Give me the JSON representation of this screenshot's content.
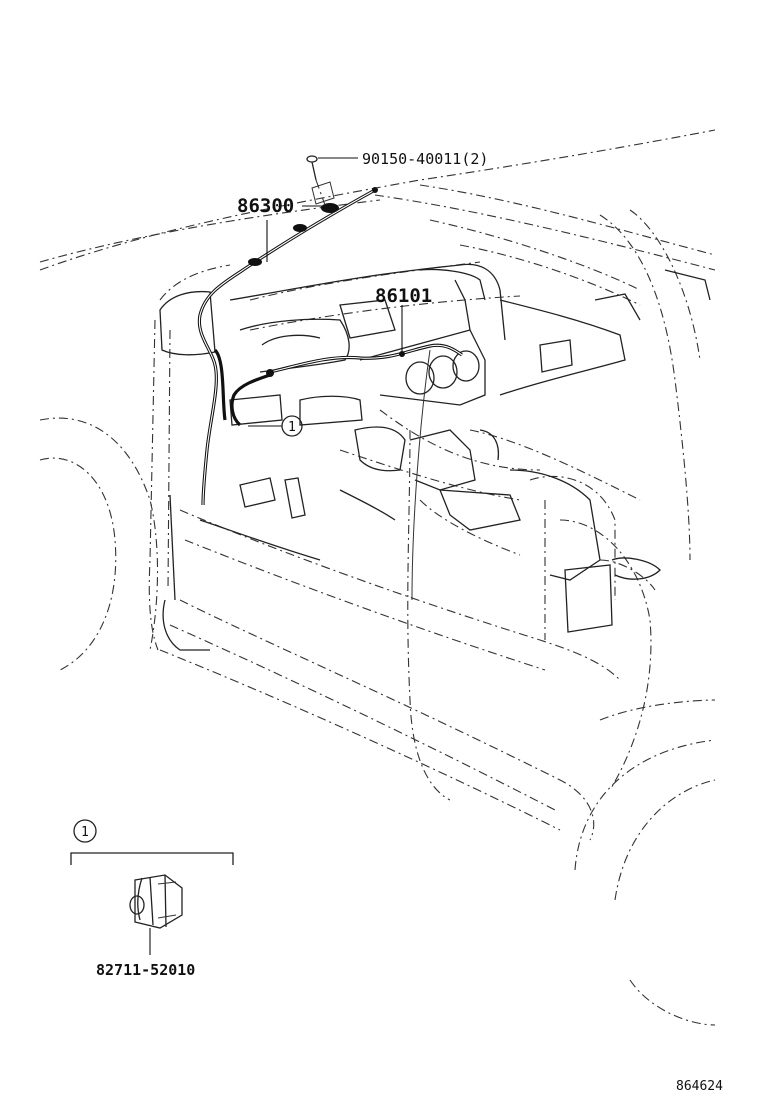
{
  "callouts": {
    "screw": "90150-40011(2)",
    "antenna_cable": "86300",
    "cord": "86101",
    "detail_ref": "1",
    "detail_part": "82711-52010"
  },
  "detail_box": {
    "ref": "1"
  },
  "figure_id": "864624"
}
